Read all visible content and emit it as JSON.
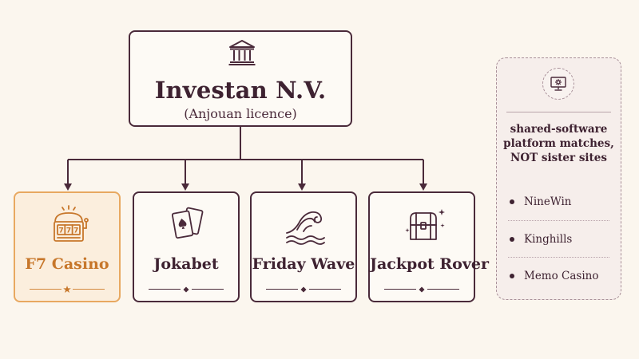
{
  "parent": {
    "name": "Investan N.V.",
    "licence": "(Anjouan licence)",
    "icon": "bank-building-icon"
  },
  "casinos": [
    {
      "name": "F7 Casino",
      "icon": "slot-machine-icon",
      "highlighted": true,
      "divider_mark": "star"
    },
    {
      "name": "Jokabet",
      "icon": "playing-cards-icon",
      "highlighted": false,
      "divider_mark": "diamond"
    },
    {
      "name": "Friday Wave",
      "icon": "wave-icon",
      "highlighted": false,
      "divider_mark": "diamond"
    },
    {
      "name": "Jackpot Rover",
      "icon": "treasure-chest-icon",
      "highlighted": false,
      "divider_mark": "diamond"
    }
  ],
  "side_panel": {
    "icon": "computer-settings-icon",
    "note": "shared-software platform matches, NOT sister sites",
    "sites": [
      "NineWin",
      "Kinghills",
      "Memo Casino"
    ]
  },
  "colors": {
    "ink": "#4a2a3a",
    "background": "#fbf6ee",
    "highlight_text": "#c7772b",
    "highlight_border": "#e8a860",
    "highlight_fill": "#fbeedd"
  }
}
